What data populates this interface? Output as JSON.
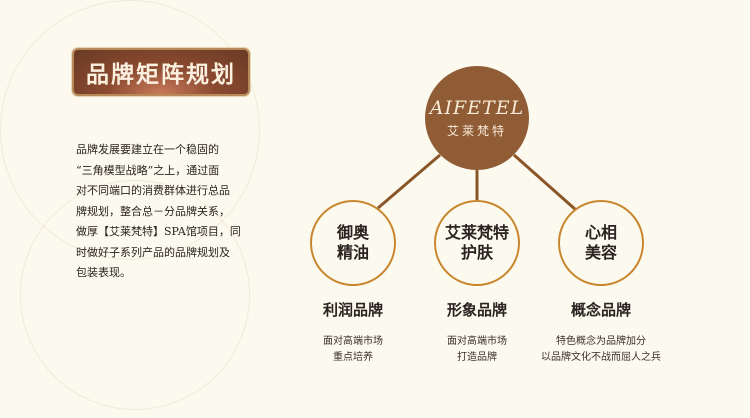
{
  "title": "品牌矩阵规划",
  "paragraph": [
    "品牌发展要建立在一个稳固的",
    "“三角模型战略”之上，通过面",
    "对不同端口的消费群体进行总品",
    "牌规划，整合总－分品牌关系，",
    "做厚【艾莱梵特】SPA馆项目，同",
    "时做好子系列产品的品牌规划及",
    "包装表现。"
  ],
  "center": {
    "logo": "AIFETEL",
    "name": "艾莱梵特"
  },
  "nodes": [
    {
      "line1": "御奥",
      "line2": "精油",
      "label": "利润品牌",
      "sub1": "面对高端市场",
      "sub2": "重点培养"
    },
    {
      "line1": "艾莱梵特",
      "line2": "护肤",
      "label": "形象品牌",
      "sub1": "面对高端市场",
      "sub2": "打造品牌"
    },
    {
      "line1": "心相",
      "line2": "美容",
      "label": "概念品牌",
      "sub1": "特色概念为品牌加分",
      "sub2": "以品牌文化不战而屈人之兵"
    }
  ],
  "colors": {
    "brown": "#8f5c35",
    "gold": "#c8862e",
    "background": "#fcf9ee"
  }
}
